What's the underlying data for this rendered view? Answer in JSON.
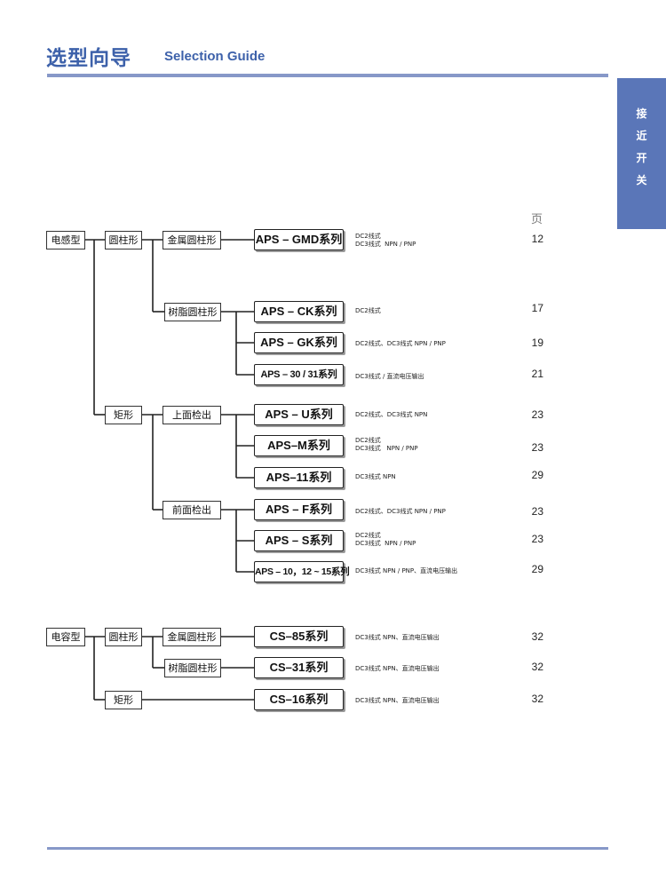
{
  "header": {
    "title_cn": "选型向导",
    "title_en": "Selection Guide"
  },
  "side_tab": {
    "label": "接\n近\n开\n关"
  },
  "page_column": {
    "label": "页"
  },
  "inductive": {
    "root": "电感型",
    "cylinder": "圆柱形",
    "metal_cylinder": "金属圆柱形",
    "resin_cylinder": "树脂圆柱形",
    "rect": "矩形",
    "top_detect": "上面检出",
    "front_detect": "前面检出"
  },
  "capacitive": {
    "root": "电容型",
    "cylinder": "圆柱形",
    "metal_cylinder": "金属圆柱形",
    "resin_cylinder": "树脂圆柱形",
    "rect": "矩形"
  },
  "products": [
    {
      "name": "APS – GMD系列",
      "desc": "DC2线式\nDC3线式  NPN / PNP",
      "page": "12"
    },
    {
      "name": "APS – CK系列",
      "desc": "DC2线式",
      "page": "17"
    },
    {
      "name": "APS – GK系列",
      "desc": "DC2线式、DC3线式  NPN / PNP",
      "page": "19"
    },
    {
      "name": "APS – 30 / 31系列",
      "desc": "DC3线式 / 直流电压输出",
      "page": "21"
    },
    {
      "name": "APS – U系列",
      "desc": "DC2线式、DC3线式  NPN",
      "page": "23"
    },
    {
      "name": "APS–M系列",
      "desc": "DC2线式\nDC3线式   NPN / PNP",
      "page": "23"
    },
    {
      "name": "APS–11系列",
      "desc": "DC3线式    NPN",
      "page": "29"
    },
    {
      "name": "APS – F系列",
      "desc": "DC2线式、DC3线式  NPN / PNP",
      "page": "23"
    },
    {
      "name": "APS – S系列",
      "desc": "DC2线式\nDC3线式  NPN / PNP",
      "page": "23"
    },
    {
      "name": "APS – 10，12 ~ 15系列",
      "desc": "DC3线式  NPN / PNP、直流电压输出",
      "page": "29"
    },
    {
      "name": "CS–85系列",
      "desc": "DC3线式  NPN、直流电压输出",
      "page": "32"
    },
    {
      "name": "CS–31系列",
      "desc": "DC3线式  NPN、直流电压输出",
      "page": "32"
    },
    {
      "name": "CS–16系列",
      "desc": "DC3线式  NPN、直流电压输出",
      "page": "32"
    }
  ]
}
